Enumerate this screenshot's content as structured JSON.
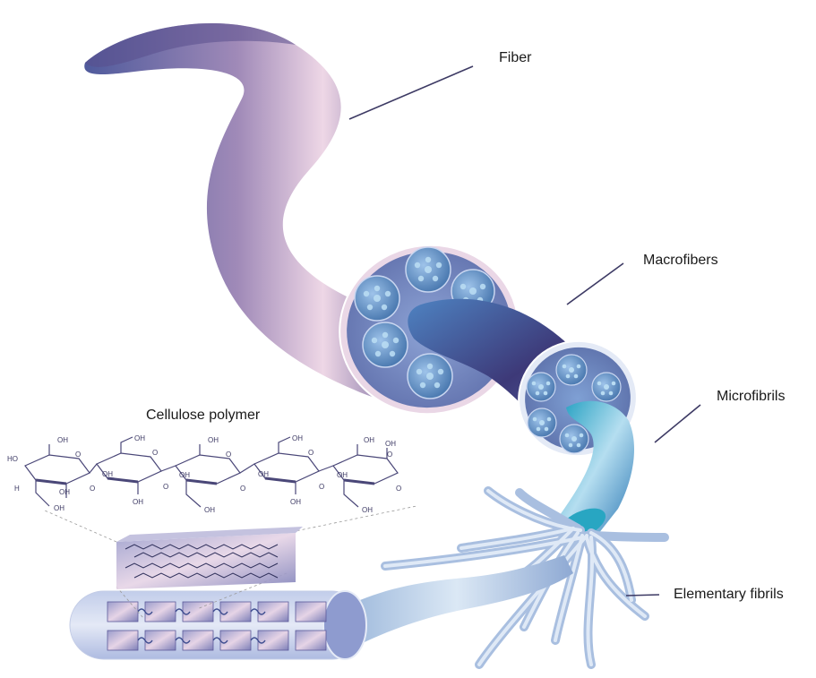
{
  "labels": {
    "fiber": "Fiber",
    "macrofibers": "Macrofibers",
    "microfibrils": "Microfibrils",
    "elementary_fibrils": "Elementary fibrils",
    "cellulose_polymer": "Cellulose polymer"
  },
  "chemistry": {
    "oh": "OH",
    "o": "O",
    "ho": "HO",
    "h": "H"
  },
  "colors": {
    "fiber_pink": "#f0dbe8",
    "fiber_purple": "#5b4e8a",
    "fiber_blue": "#4a78b8",
    "micro_teal": "#27a9c4",
    "fibril_light": "#cfe1f3",
    "leader_line": "#3d3a64"
  }
}
